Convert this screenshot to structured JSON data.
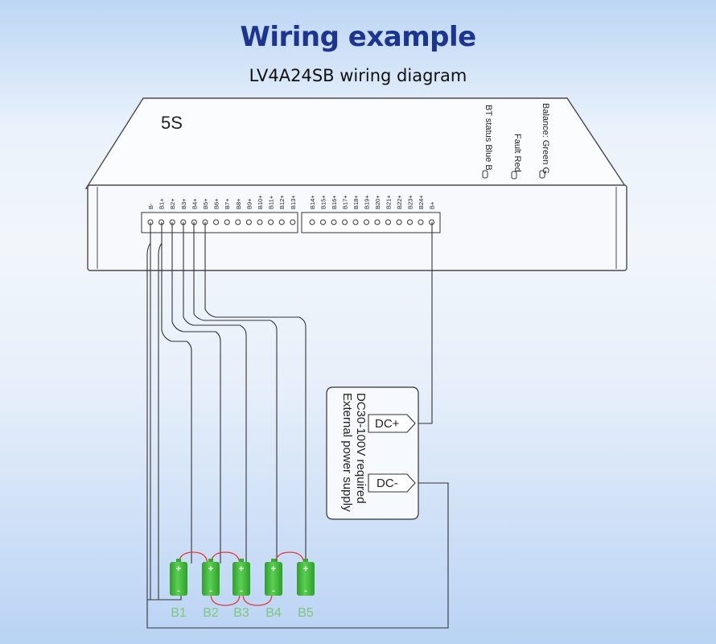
{
  "title": "Wiring example",
  "subtitle": "LV4A24SB wiring diagram",
  "device": {
    "cell_count_label": "5S",
    "indicators": [
      {
        "label": "Balance: Green G"
      },
      {
        "label": "Fault Red"
      },
      {
        "label": "BT status Blue B"
      }
    ],
    "terminals_left": [
      "B-",
      "B1+",
      "B2+",
      "B3+",
      "B4+",
      "B5+",
      "B6+",
      "B7+",
      "B8+",
      "B9+",
      "B10+",
      "B11+",
      "B12+",
      "B13+"
    ],
    "terminals_right": [
      "B14+",
      "B15+",
      "B16+",
      "B17+",
      "B18+",
      "B19+",
      "B20+",
      "B21+",
      "B22+",
      "B23+",
      "B24+",
      "B+"
    ]
  },
  "power_supply": {
    "label_line1": "External power supply",
    "label_line2": "DC30-100V required",
    "dc_plus": "DC+",
    "dc_minus": "DC-"
  },
  "batteries": [
    "B1",
    "B2",
    "B3",
    "B4",
    "B5"
  ],
  "battery_plus": "+",
  "battery_minus": "-",
  "colors": {
    "title": "#1c3592",
    "battery_green": "#43c23e",
    "battery_label": "#7dc77b",
    "link_red": "#e53935"
  }
}
